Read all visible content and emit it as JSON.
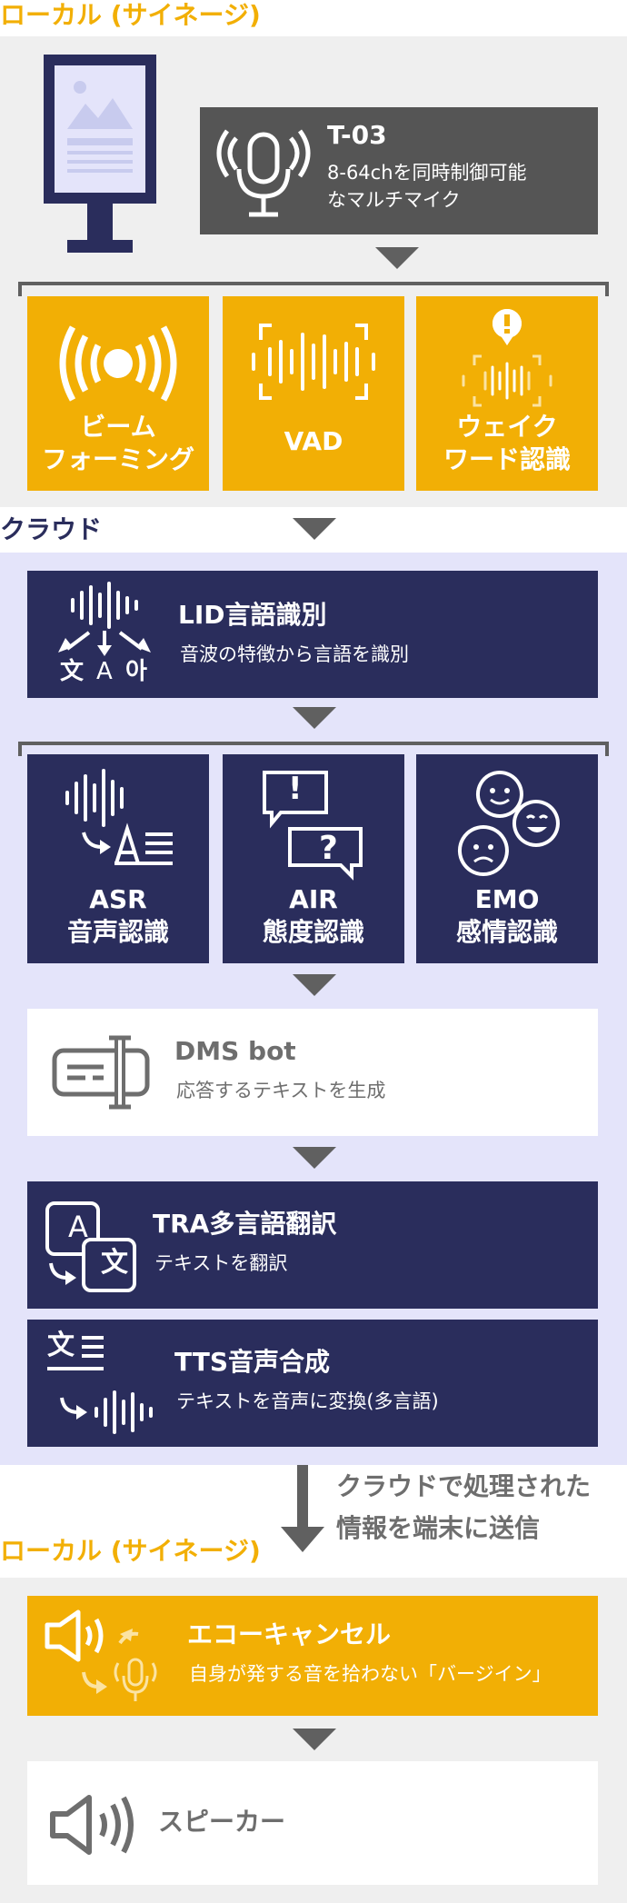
{
  "sections": {
    "local_top": "ローカル (サイネージ)",
    "cloud": "クラウド",
    "local_bottom": "ローカル (サイネージ)"
  },
  "t03": {
    "title": "T-03",
    "sub1": "8-64chを同時制御可能",
    "sub2": "なマルチマイク"
  },
  "local_tiles": [
    {
      "line1": "ビーム",
      "line2": "フォーミング"
    },
    {
      "line1": "VAD",
      "line2": ""
    },
    {
      "line1": "ウェイク",
      "line2": "ワード認識"
    }
  ],
  "lid": {
    "title": "LID言語識別",
    "sub": "音波の特徴から言語を識別",
    "glyphs": [
      "文",
      "A",
      "아"
    ]
  },
  "cloud_tiles": [
    {
      "line1": "ASR",
      "line2": "音声認識"
    },
    {
      "line1": "AIR",
      "line2": "態度認識"
    },
    {
      "line1": "EMO",
      "line2": "感情認識"
    }
  ],
  "dms": {
    "title": "DMS bot",
    "sub": "応答するテキストを生成"
  },
  "tra": {
    "title": "TRA多言語翻訳",
    "sub": "テキストを翻訳",
    "glyph_a": "A",
    "glyph_b": "文"
  },
  "tts": {
    "title": "TTS音声合成",
    "sub": "テキストを音声に変換(多言語)",
    "glyph": "文"
  },
  "send_note": {
    "line1": "クラウドで処理された",
    "line2": "情報を端末に送信"
  },
  "echo": {
    "title": "エコーキャンセル",
    "sub": "自身が発する音を拾わない「バージイン」"
  },
  "speaker": {
    "title": "スピーカー"
  },
  "colors": {
    "orange": "#F2AF05",
    "navy": "#2A2D5C",
    "dark_gray": "#555555",
    "arrow": "#606060",
    "panel_gray": "#EFEFEF",
    "panel_lavender": "#E4E4FA"
  },
  "icons": [
    "signage-icon",
    "microphone-icon",
    "beamforming-icon",
    "vad-waveform-icon",
    "wake-word-icon",
    "language-id-icon",
    "asr-icon",
    "air-speech-bubbles-icon",
    "emo-faces-icon",
    "dms-bot-icon",
    "translate-icon",
    "tts-icon",
    "echo-cancel-icon",
    "speaker-icon"
  ]
}
